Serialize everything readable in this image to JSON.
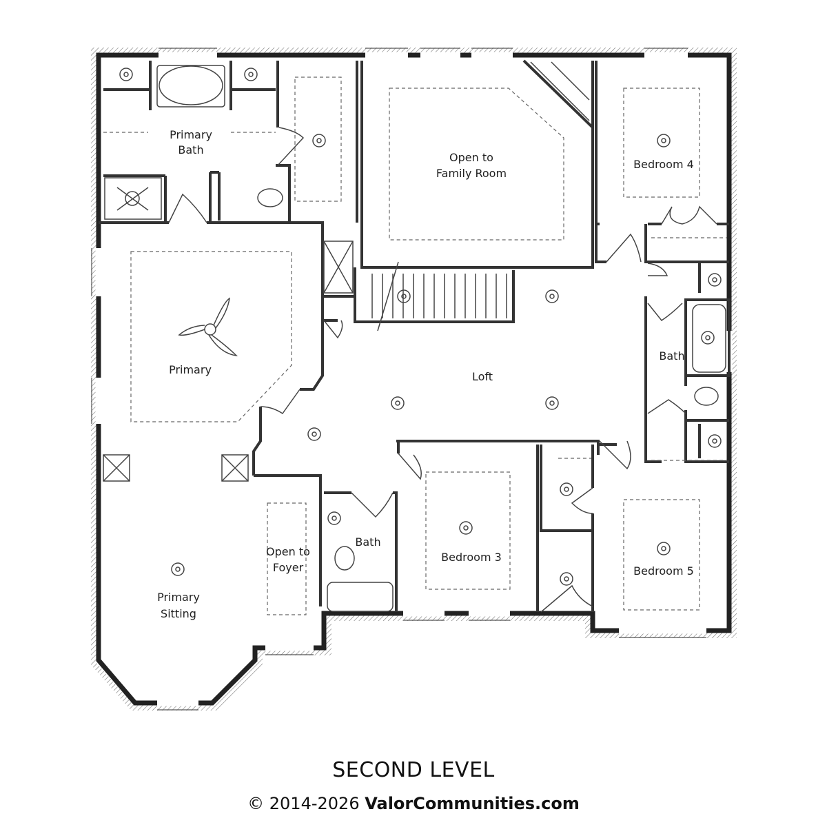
{
  "plan": {
    "rooms": {
      "primary_bath": [
        "Primary",
        "Bath"
      ],
      "open_family": [
        "Open to",
        "Family Room"
      ],
      "bedroom4": "Bedroom 4",
      "bath_right": "Bath",
      "primary": "Primary",
      "loft": "Loft",
      "open_foyer": [
        "Open to",
        "Foyer"
      ],
      "bath_center": "Bath",
      "bedroom3": "Bedroom 3",
      "bedroom5": "Bedroom 5",
      "primary_sitting": [
        "Primary",
        "Sitting"
      ]
    }
  },
  "footer": {
    "level_title": "SECOND LEVEL",
    "copyright": "© 2014-2026",
    "site": "ValorCommunities.com"
  }
}
